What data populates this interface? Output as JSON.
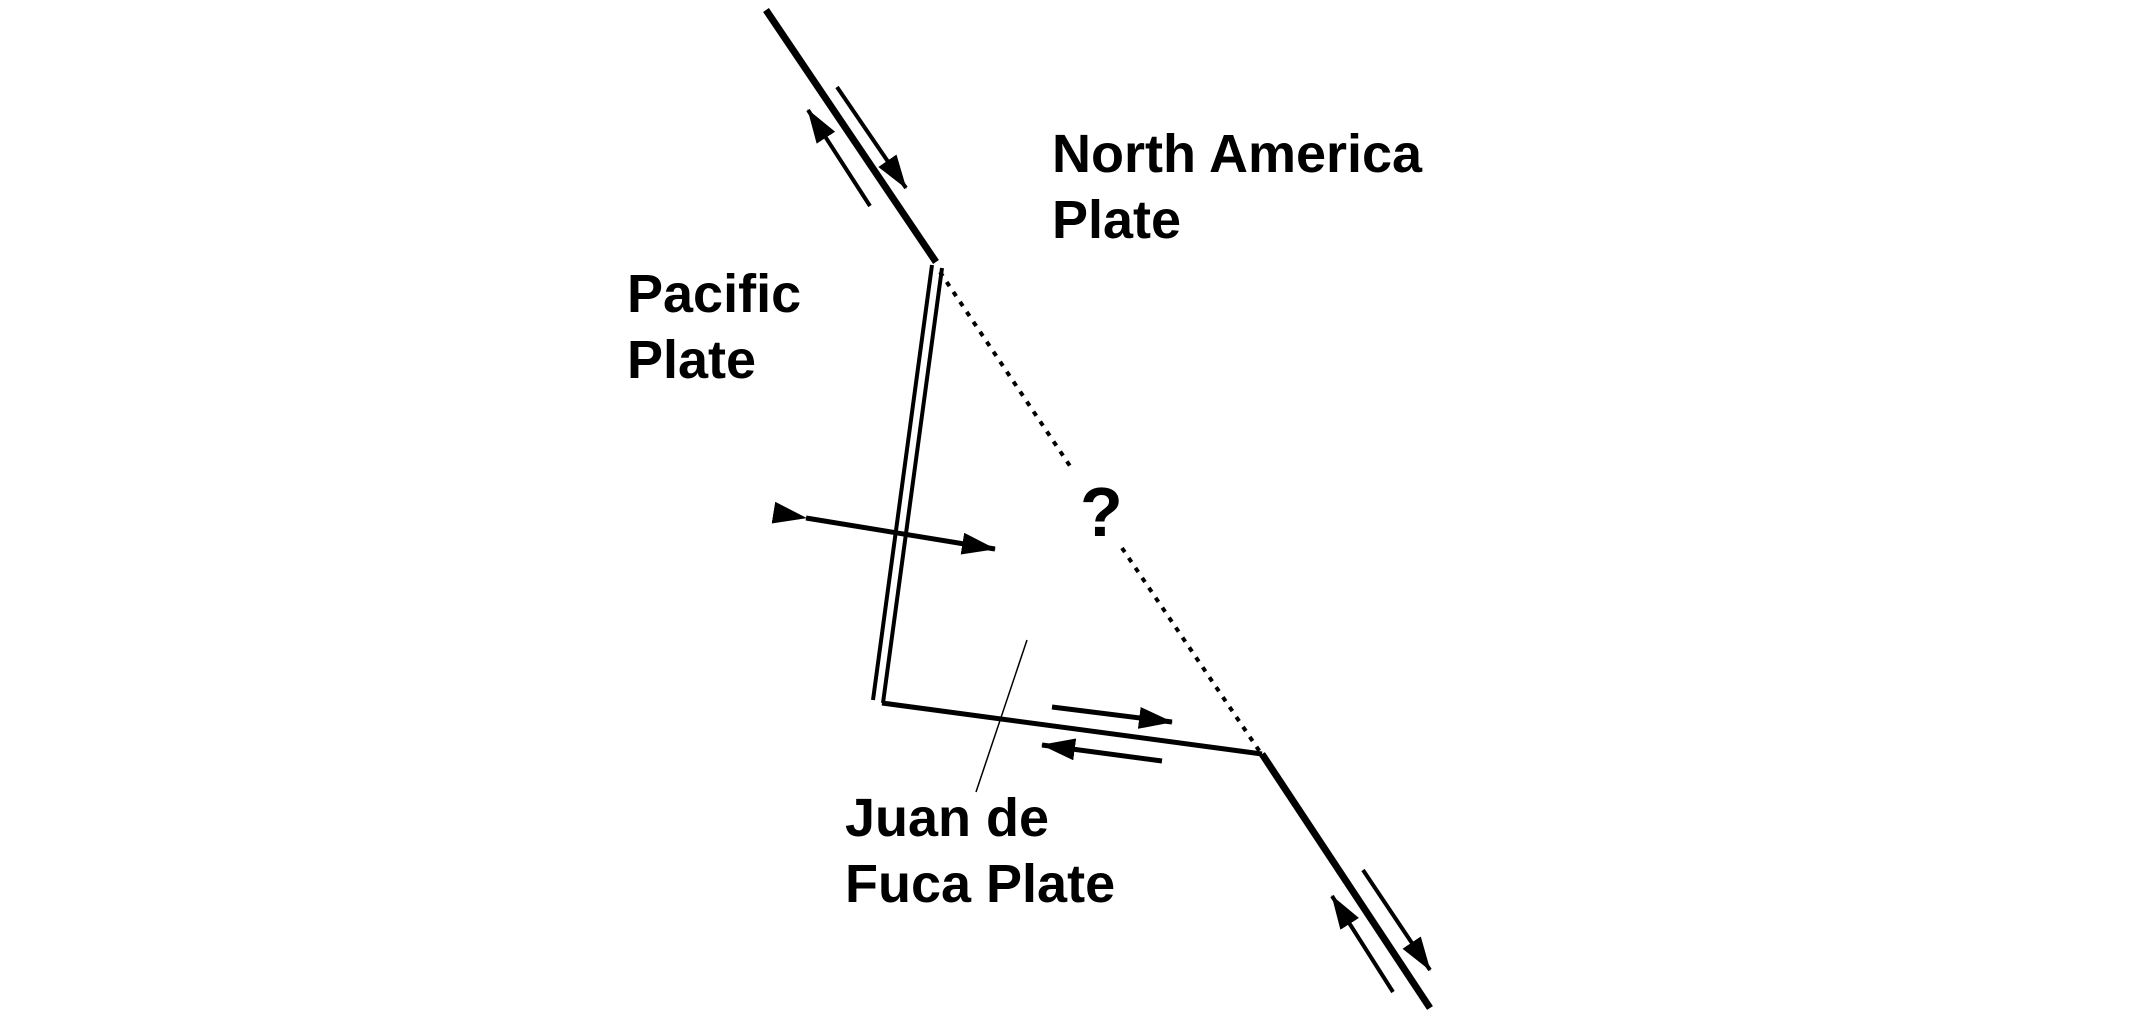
{
  "labels": {
    "north_america_line1": "North America",
    "north_america_line2": "Plate",
    "pacific_line1": "Pacific",
    "pacific_line2": "Plate",
    "juan_de_fuca_line1": "Juan de",
    "juan_de_fuca_line2": "Fuca Plate",
    "unknown_boundary": "?"
  },
  "colors": {
    "ink": "#000000",
    "background": "#ffffff"
  }
}
